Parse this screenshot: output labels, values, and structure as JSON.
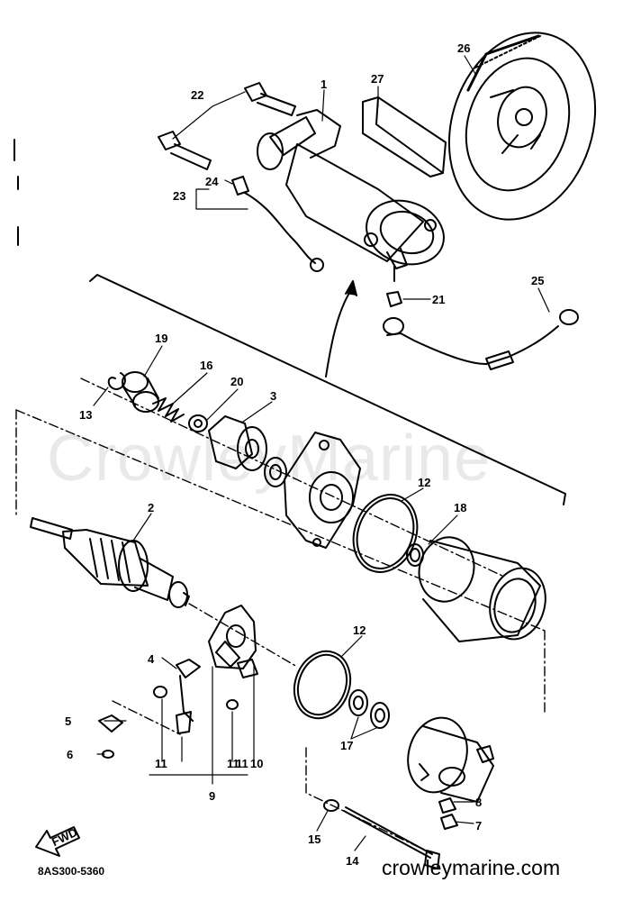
{
  "watermark": "CrowleyMarine",
  "catalog_code": "8AS300-5360",
  "site_text": "crowleymarine.com",
  "fwd_label": "FWD",
  "callouts": {
    "c1": "1",
    "c2": "2",
    "c3": "3",
    "c4": "4",
    "c5": "5",
    "c6": "6",
    "c7": "7",
    "c8": "8",
    "c9": "9",
    "c10": "10",
    "c11a": "11",
    "c11b": "11",
    "c11c": "11",
    "c12a": "12",
    "c12b": "12",
    "c13": "13",
    "c14": "14",
    "c15": "15",
    "c16": "16",
    "c17": "17",
    "c18": "18",
    "c19": "19",
    "c20": "20",
    "c21": "21",
    "c22": "22",
    "c23": "23",
    "c24": "24",
    "c25": "25",
    "c26": "26",
    "c27": "27"
  }
}
